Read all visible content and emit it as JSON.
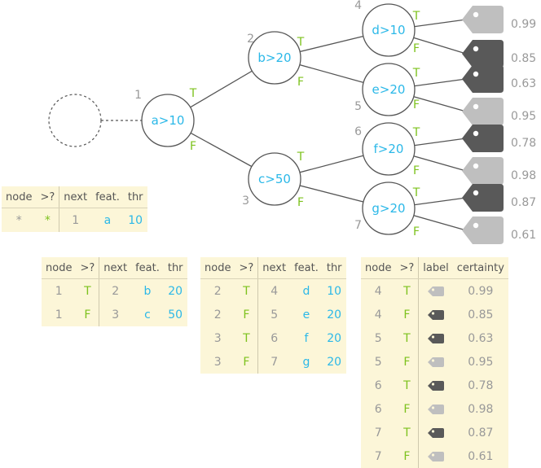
{
  "colors": {
    "blue": "#2bb8e8",
    "green": "#7dc21e",
    "gray": "#999999",
    "dark_tag": "#595959",
    "light_tag": "#bfbfbf",
    "panel_bg": "#fcf6d8"
  },
  "tree": {
    "branch_true": "T",
    "branch_false": "F",
    "nodes": [
      {
        "id": "1",
        "label": "a>10"
      },
      {
        "id": "2",
        "label": "b>20"
      },
      {
        "id": "3",
        "label": "c>50"
      },
      {
        "id": "4",
        "label": "d>10"
      },
      {
        "id": "5",
        "label": "e>20"
      },
      {
        "id": "6",
        "label": "f>20"
      },
      {
        "id": "7",
        "label": "g>20"
      }
    ],
    "leaves": [
      {
        "tag": "light",
        "value": "0.99"
      },
      {
        "tag": "dark",
        "value": "0.85"
      },
      {
        "tag": "dark",
        "value": "0.63"
      },
      {
        "tag": "light",
        "value": "0.95"
      },
      {
        "tag": "dark",
        "value": "0.78"
      },
      {
        "tag": "light",
        "value": "0.98"
      },
      {
        "tag": "dark",
        "value": "0.87"
      },
      {
        "tag": "light",
        "value": "0.61"
      }
    ]
  },
  "root_table": {
    "headers": [
      "node",
      ">?",
      "next",
      "feat.",
      "thr"
    ],
    "rows": [
      {
        "node": "*",
        "cond": "*",
        "next": "1",
        "feat": "a",
        "thr": "10"
      }
    ]
  },
  "level1_table": {
    "headers": [
      "node",
      ">?",
      "next",
      "feat.",
      "thr"
    ],
    "rows": [
      {
        "node": "1",
        "cond": "T",
        "next": "2",
        "feat": "b",
        "thr": "20"
      },
      {
        "node": "1",
        "cond": "F",
        "next": "3",
        "feat": "c",
        "thr": "50"
      }
    ]
  },
  "level2_table": {
    "headers": [
      "node",
      ">?",
      "next",
      "feat.",
      "thr"
    ],
    "rows": [
      {
        "node": "2",
        "cond": "T",
        "next": "4",
        "feat": "d",
        "thr": "10"
      },
      {
        "node": "2",
        "cond": "F",
        "next": "5",
        "feat": "e",
        "thr": "20"
      },
      {
        "node": "3",
        "cond": "T",
        "next": "6",
        "feat": "f",
        "thr": "20"
      },
      {
        "node": "3",
        "cond": "F",
        "next": "7",
        "feat": "g",
        "thr": "20"
      }
    ]
  },
  "leaf_table": {
    "headers": [
      "node",
      ">?",
      "label",
      "certainty"
    ],
    "rows": [
      {
        "node": "4",
        "cond": "T",
        "tag": "light",
        "certainty": "0.99"
      },
      {
        "node": "4",
        "cond": "F",
        "tag": "dark",
        "certainty": "0.85"
      },
      {
        "node": "5",
        "cond": "T",
        "tag": "dark",
        "certainty": "0.63"
      },
      {
        "node": "5",
        "cond": "F",
        "tag": "light",
        "certainty": "0.95"
      },
      {
        "node": "6",
        "cond": "T",
        "tag": "dark",
        "certainty": "0.78"
      },
      {
        "node": "6",
        "cond": "F",
        "tag": "light",
        "certainty": "0.98"
      },
      {
        "node": "7",
        "cond": "T",
        "tag": "dark",
        "certainty": "0.87"
      },
      {
        "node": "7",
        "cond": "F",
        "tag": "light",
        "certainty": "0.61"
      }
    ]
  }
}
